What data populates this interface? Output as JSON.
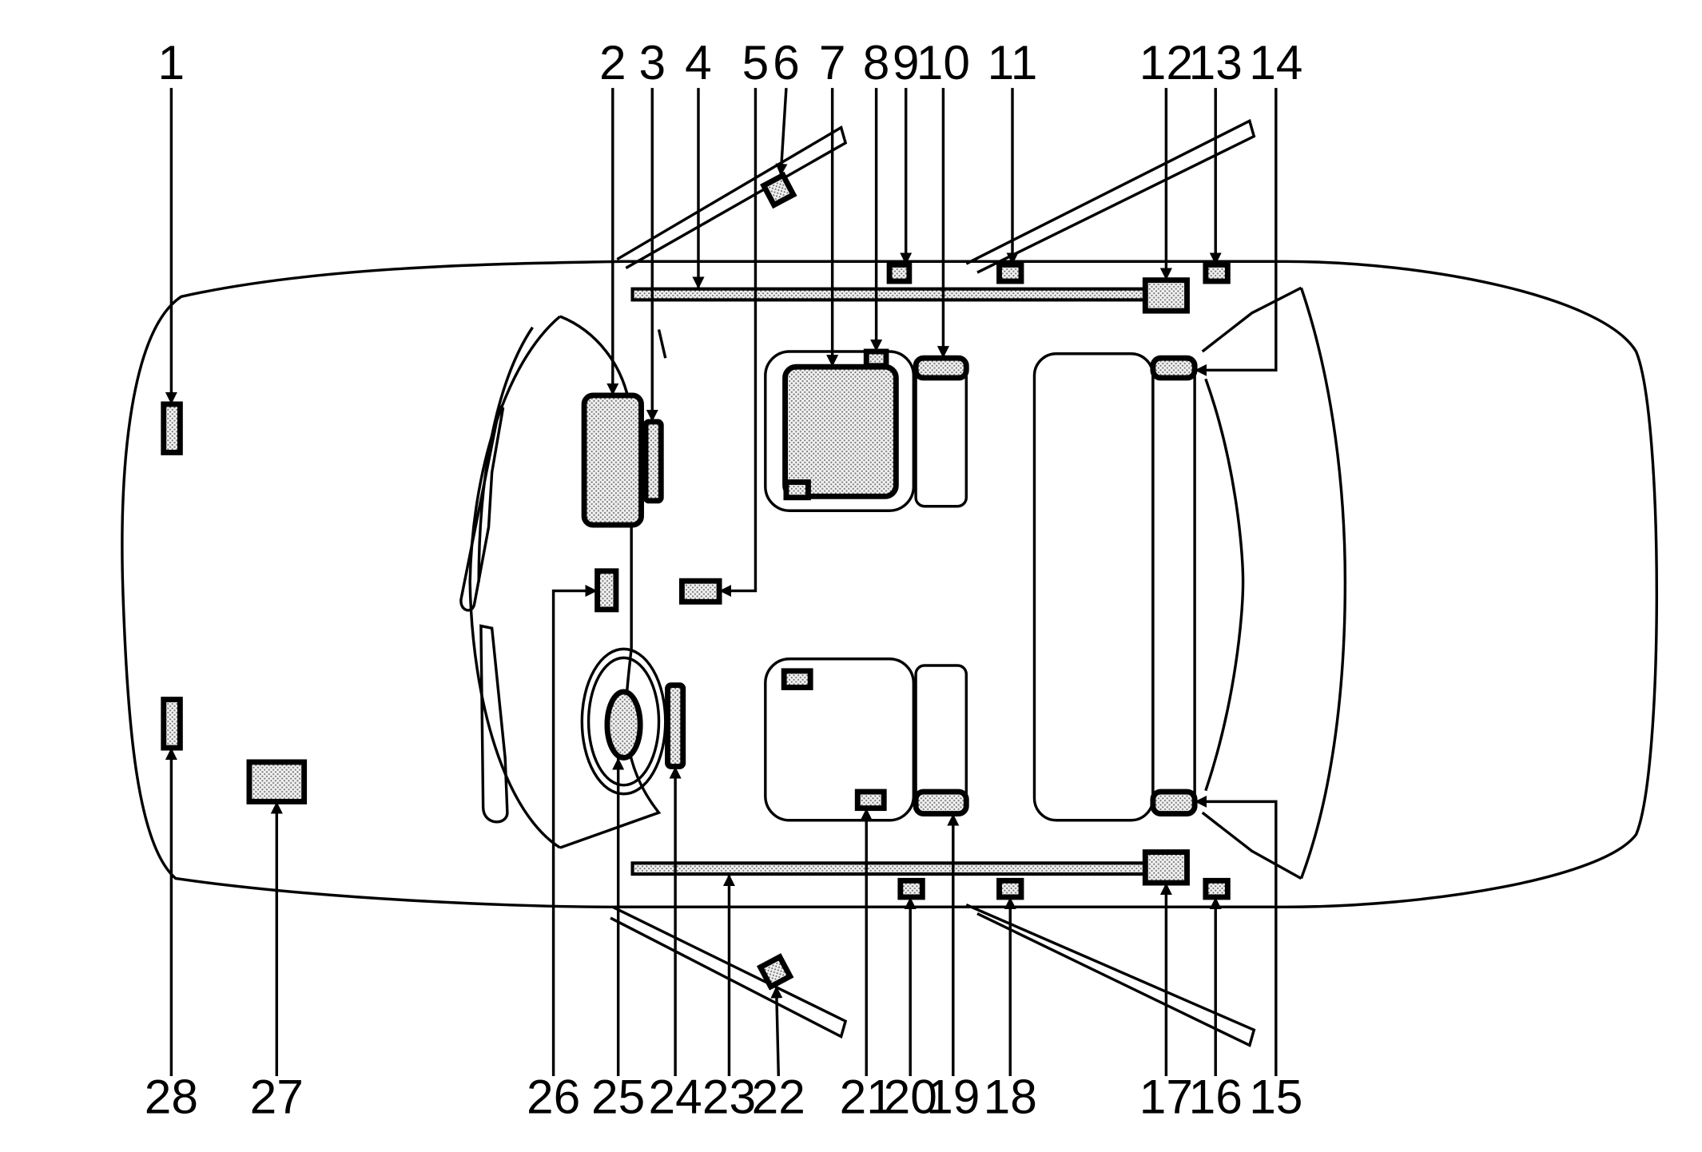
{
  "diagram": {
    "callouts_top": [
      "1",
      "2",
      "3",
      "4",
      "5",
      "6",
      "7",
      "8",
      "9",
      "10",
      "11",
      "12",
      "13",
      "14"
    ],
    "callouts_bottom": [
      "28",
      "27",
      "26",
      "25",
      "24",
      "23",
      "22",
      "21",
      "20",
      "19",
      "18",
      "17",
      "16",
      "15"
    ]
  }
}
